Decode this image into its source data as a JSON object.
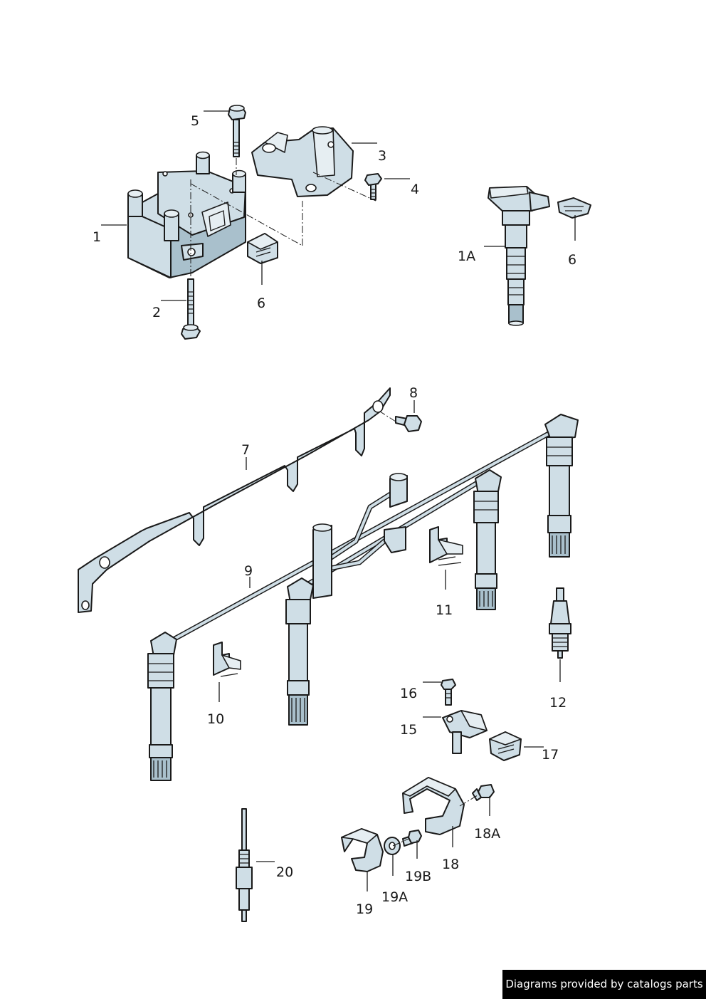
{
  "callouts": {
    "c1": "1",
    "c1A": "1A",
    "c2": "2",
    "c3": "3",
    "c4": "4",
    "c5": "5",
    "c6a": "6",
    "c6b": "6",
    "c7": "7",
    "c8": "8",
    "c9": "9",
    "c10": "10",
    "c11": "11",
    "c12": "12",
    "c15": "15",
    "c16": "16",
    "c17": "17",
    "c18": "18",
    "c18A": "18A",
    "c19": "19",
    "c19A": "19A",
    "c19B": "19B",
    "c20": "20"
  },
  "footer": {
    "credit": "Diagrams provided by catalogs parts"
  },
  "colors": {
    "part_fill": "#cfdee6",
    "part_shade": "#a9c0cc",
    "outline": "#1a1a1a",
    "badge_bg": "#000000",
    "badge_text": "#ffffff"
  }
}
